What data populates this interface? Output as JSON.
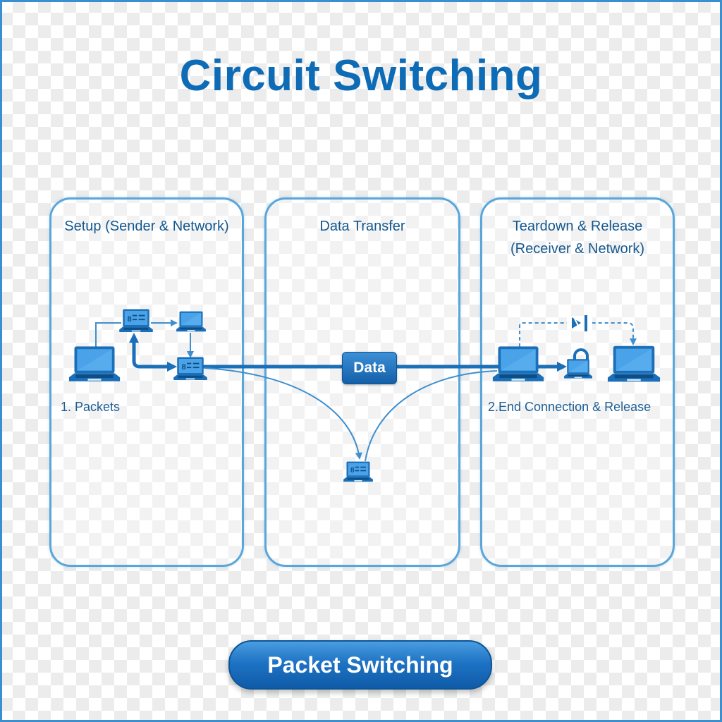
{
  "title": "Circuit Switching",
  "colors": {
    "primary": "#0e6bb5",
    "panel_border": "#5aa6da",
    "link": "#1a6fb8",
    "thin_link": "#3f8fcf"
  },
  "panels": [
    {
      "title": "Setup (Sender & Network)",
      "label": "1. Packets"
    },
    {
      "title": "Data Transfer",
      "label": "Data"
    },
    {
      "title_line1": "Teardown & Release",
      "title_line2": "(Receiver & Network)",
      "label": "2.End Connection & Release"
    }
  ],
  "icons": {
    "sender": "laptop-icon",
    "switches": [
      "network-switch-icon",
      "laptop-icon",
      "network-switch-icon"
    ],
    "transfer_node": "network-switch-icon",
    "receiver_nodes": [
      "laptop-icon",
      "lock-laptop-icon",
      "laptop-icon"
    ],
    "teardown_symbol": "disconnect-icon"
  },
  "button": {
    "label": "Packet Switching"
  }
}
